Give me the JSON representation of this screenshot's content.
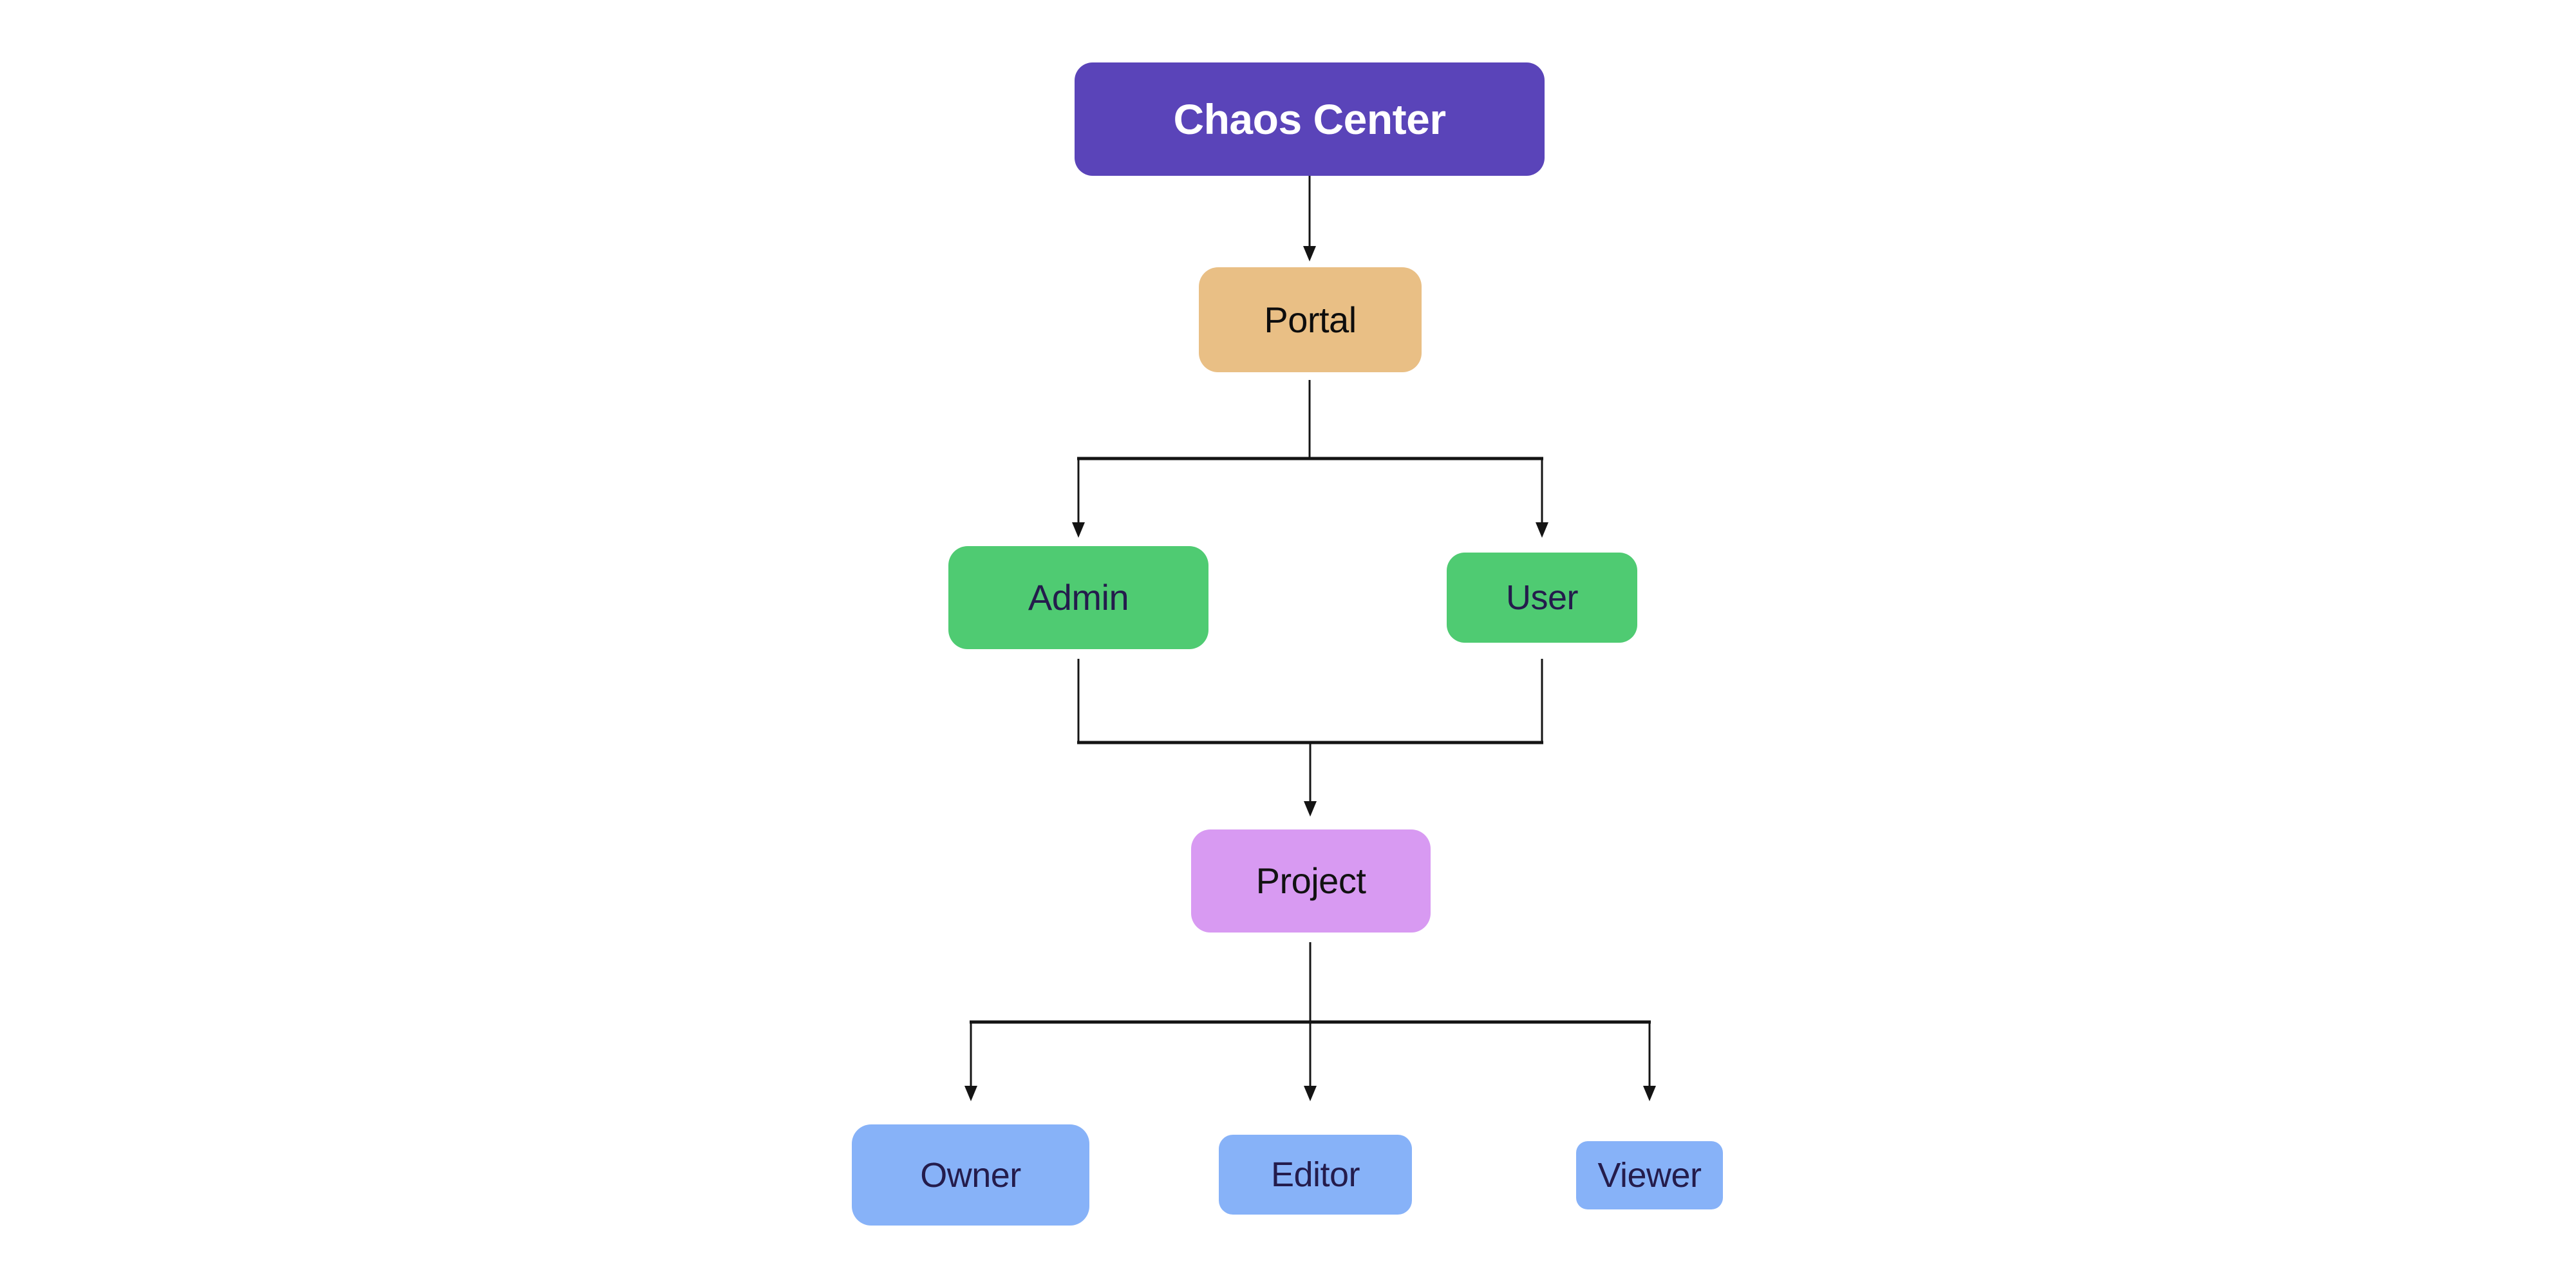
{
  "diagram": {
    "title": "Chaos Center hierarchy flowchart",
    "canvas_background": "#ffffff",
    "line_color": "#141414",
    "nodes": [
      {
        "id": "chaos-center",
        "label": "Chaos Center",
        "bg": "#5a44b9",
        "text_color": "#ffffff"
      },
      {
        "id": "portal",
        "label": "Portal",
        "bg": "#e9bf85",
        "text_color": "#0d0d0d"
      },
      {
        "id": "admin",
        "label": "Admin",
        "bg": "#4fcb72",
        "text_color": "#241c4c"
      },
      {
        "id": "user",
        "label": "User",
        "bg": "#4fcb72",
        "text_color": "#241c4c"
      },
      {
        "id": "project",
        "label": "Project",
        "bg": "#d89af2",
        "text_color": "#121212"
      },
      {
        "id": "owner",
        "label": "Owner",
        "bg": "#87b2f8",
        "text_color": "#241c4c"
      },
      {
        "id": "editor",
        "label": "Editor",
        "bg": "#87b2f8",
        "text_color": "#241c4c"
      },
      {
        "id": "viewer",
        "label": "Viewer",
        "bg": "#87b2f8",
        "text_color": "#241c4c"
      }
    ],
    "edges": [
      {
        "from": "chaos-center",
        "to": "portal"
      },
      {
        "from": "portal",
        "to": "admin"
      },
      {
        "from": "portal",
        "to": "user"
      },
      {
        "from": "admin",
        "to": "project"
      },
      {
        "from": "user",
        "to": "project"
      },
      {
        "from": "project",
        "to": "owner"
      },
      {
        "from": "project",
        "to": "editor"
      },
      {
        "from": "project",
        "to": "viewer"
      }
    ]
  }
}
